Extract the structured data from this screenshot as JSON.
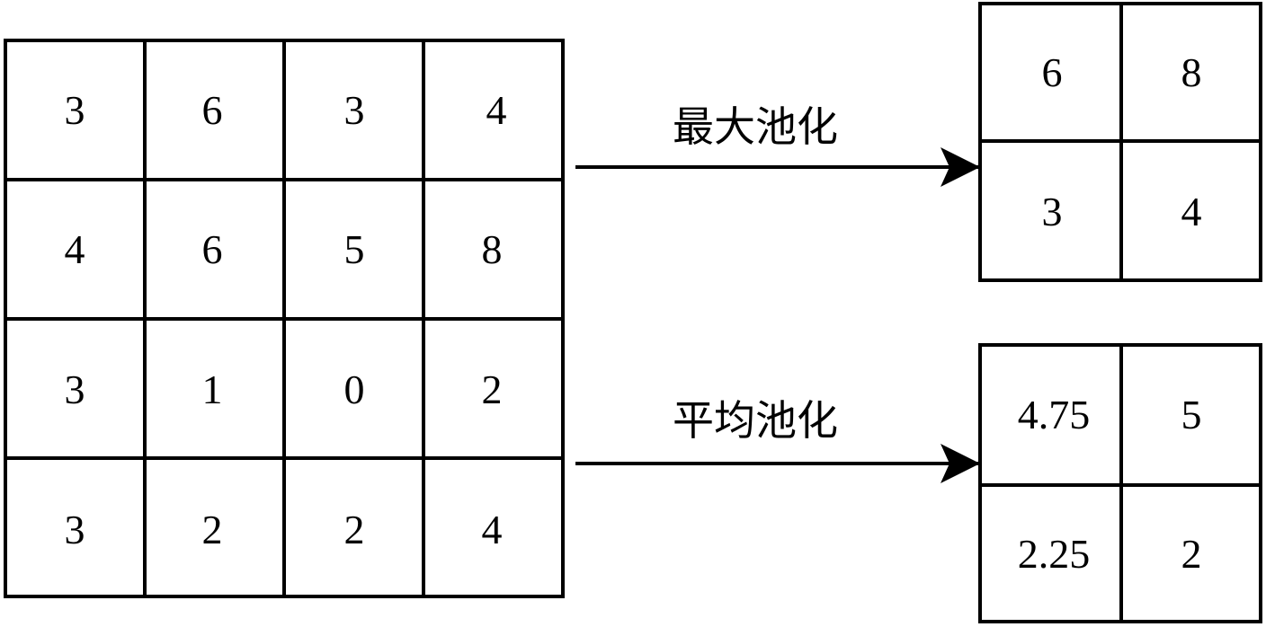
{
  "input_matrix": {
    "rows": [
      [
        "3",
        "6",
        "3",
        "4"
      ],
      [
        "4",
        "6",
        "5",
        "8"
      ],
      [
        "3",
        "1",
        "0",
        "2"
      ],
      [
        "3",
        "2",
        "2",
        "4"
      ]
    ]
  },
  "max_pool": {
    "label": "最大池化",
    "rows": [
      [
        "6",
        "8"
      ],
      [
        "3",
        "4"
      ]
    ]
  },
  "avg_pool": {
    "label": "平均池化",
    "rows": [
      [
        "4.75",
        "5"
      ],
      [
        "2.25",
        "2"
      ]
    ]
  }
}
